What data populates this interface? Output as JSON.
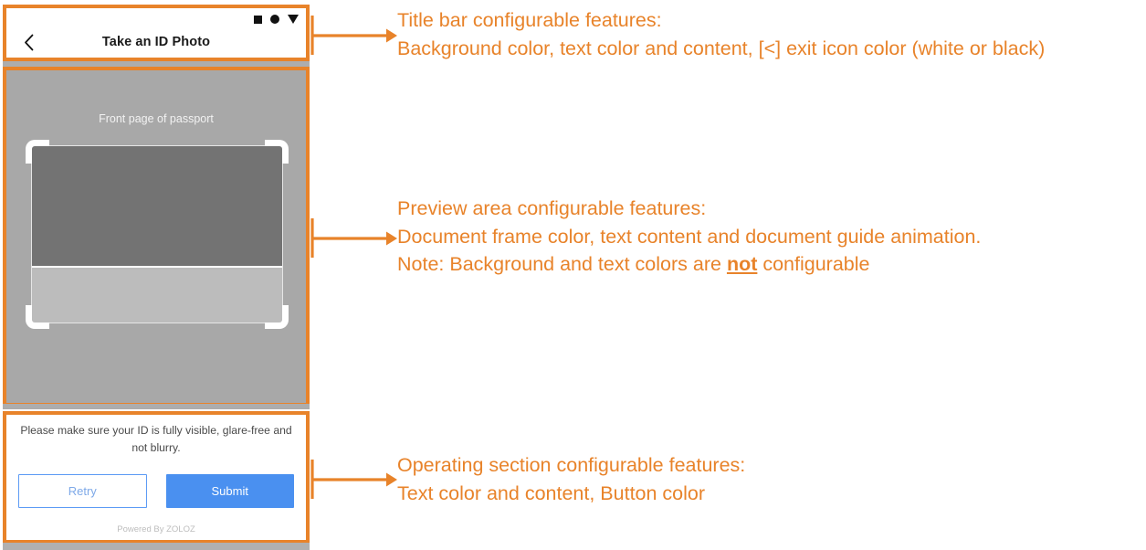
{
  "mockup": {
    "title_bar": {
      "back_icon": "chevron-left-icon",
      "title": "Take an ID Photo",
      "status_icons": [
        "square-icon",
        "circle-icon",
        "triangle-down-icon"
      ]
    },
    "preview": {
      "hint_text": "Front page of passport",
      "frame_corner_color": "#FFFFFF",
      "background_color": "#A8A8A8"
    },
    "operating": {
      "instruction": "Please make sure your ID is fully visible, glare-free and not blurry.",
      "retry_label": "Retry",
      "submit_label": "Submit",
      "powered_by": "Powered By ZOLOZ",
      "button_color": "#4A90F0",
      "retry_border_color": "#5C9BF5"
    }
  },
  "annotations": {
    "accent_color": "#E8832A",
    "title_bar": {
      "heading": "Title bar configurable features:",
      "line1": "Background color, text color and content, [<] exit icon color (white or black)"
    },
    "preview": {
      "heading": "Preview area configurable features:",
      "line1": "Document frame color, text content and document guide animation.",
      "note_prefix": "Note: Background and text colors are ",
      "note_emphasis": "not",
      "note_suffix": " configurable"
    },
    "operating": {
      "heading": "Operating section configurable features:",
      "line1": "Text color and content, Button color"
    }
  }
}
